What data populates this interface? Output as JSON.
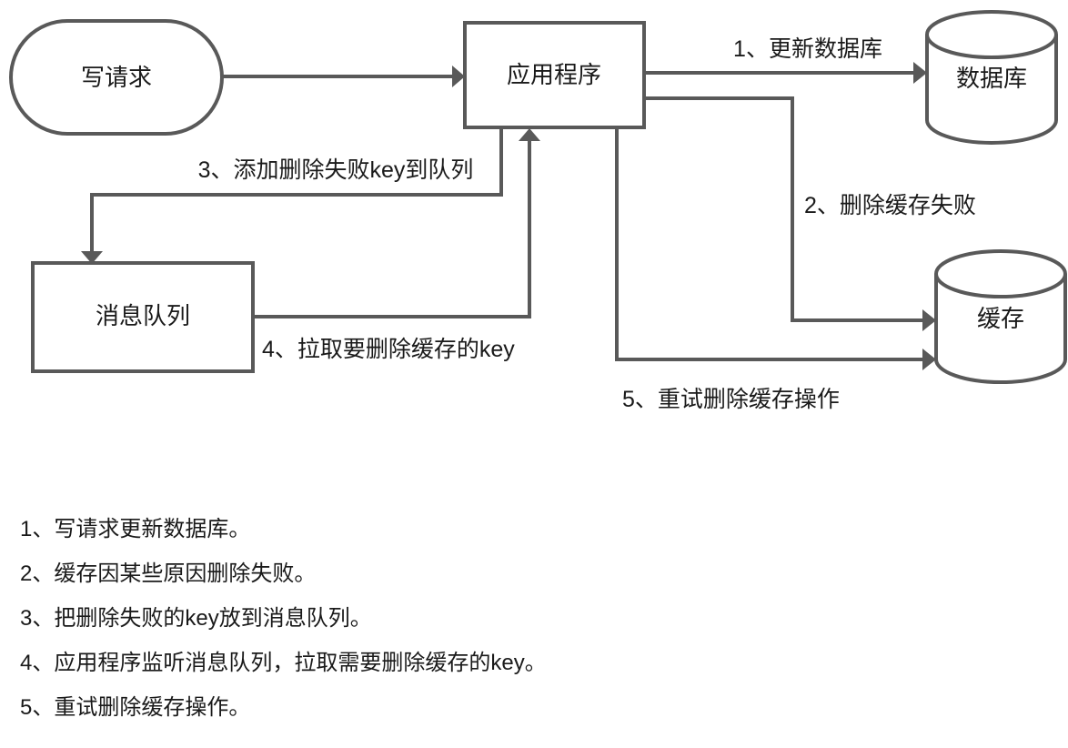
{
  "diagram": {
    "nodes": [
      {
        "id": "write-request",
        "label": "写请求",
        "shape": "stadium"
      },
      {
        "id": "application",
        "label": "应用程序",
        "shape": "rectangle"
      },
      {
        "id": "message-queue",
        "label": "消息队列",
        "shape": "rectangle"
      },
      {
        "id": "database",
        "label": "数据库",
        "shape": "cylinder"
      },
      {
        "id": "cache",
        "label": "缓存",
        "shape": "cylinder"
      }
    ],
    "edges": [
      {
        "id": "write-to-app",
        "label": "",
        "from": "write-request",
        "to": "application"
      },
      {
        "id": "app-to-db",
        "label": "1、更新数据库",
        "from": "application",
        "to": "database"
      },
      {
        "id": "app-to-cache-fail",
        "label": "2、删除缓存失败",
        "from": "application",
        "to": "cache"
      },
      {
        "id": "app-to-mq",
        "label": "3、添加删除失败key到队列",
        "from": "application",
        "to": "message-queue"
      },
      {
        "id": "mq-to-app",
        "label": "4、拉取要删除缓存的key",
        "from": "message-queue",
        "to": "application"
      },
      {
        "id": "app-to-cache-retry",
        "label": "5、重试删除缓存操作",
        "from": "application",
        "to": "cache"
      }
    ],
    "colors": {
      "stroke": "#595959",
      "fill": "#ffffff",
      "text": "#1a1a1a"
    }
  },
  "steps": [
    "1、写请求更新数据库。",
    "2、缓存因某些原因删除失败。",
    "3、把删除失败的key放到消息队列。",
    "4、应用程序监听消息队列，拉取需要删除缓存的key。",
    "5、重试删除缓存操作。"
  ]
}
